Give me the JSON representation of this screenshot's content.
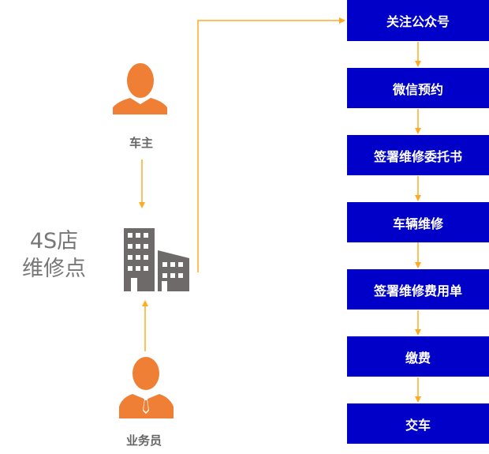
{
  "colors": {
    "box": "#0000c8",
    "arrow": "#ffaa22",
    "person": "#ef7f35",
    "building": "#6e6a69"
  },
  "actors": {
    "owner": "车主",
    "salesman": "业务员"
  },
  "shop": {
    "line1": "4S店",
    "line2": "维修点"
  },
  "steps": [
    "关注公众号",
    "微信预约",
    "签署维修委托书",
    "车辆维修",
    "签署维修费用单",
    "缴费",
    "交车"
  ]
}
